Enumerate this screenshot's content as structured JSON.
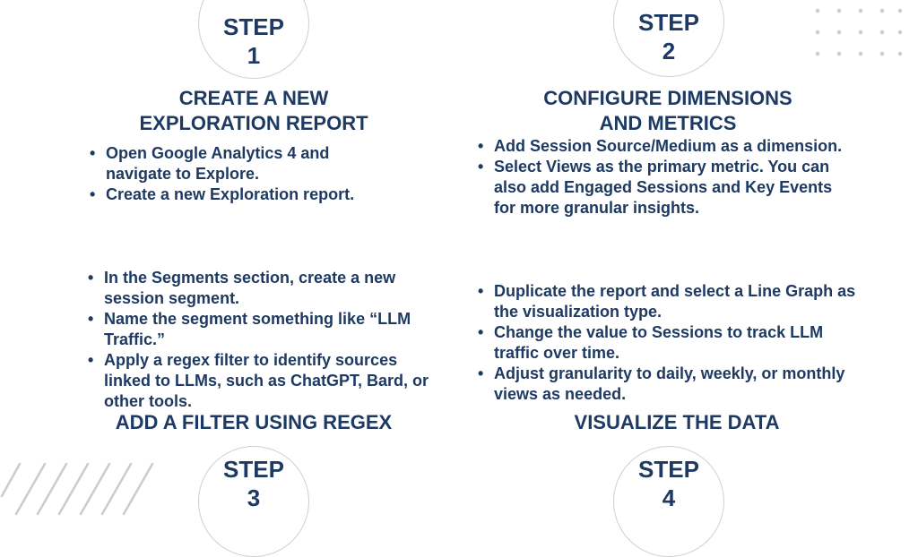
{
  "steps": [
    {
      "step_word": "STEP",
      "number": "1",
      "heading_line1": "CREATE A NEW",
      "heading_line2": "EXPLORATION REPORT",
      "bullets": [
        "Open Google Analytics 4 and navigate to Explore.",
        "Create a new Exploration report."
      ]
    },
    {
      "step_word": "STEP",
      "number": "2",
      "heading_line1": "CONFIGURE DIMENSIONS",
      "heading_line2": "AND METRICS",
      "bullets": [
        "Add Session Source/Medium as a dimension.",
        "Select Views as the primary metric. You can also add Engaged Sessions and Key Events for more granular insights."
      ]
    },
    {
      "step_word": "STEP",
      "number": "3",
      "heading_line1": "ADD A FILTER USING REGEX",
      "bullets": [
        "In the Segments section, create a new session segment.",
        "Name the segment something like “LLM Traffic.”",
        "Apply a regex filter to identify sources linked to LLMs, such as ChatGPT, Bard, or other tools."
      ]
    },
    {
      "step_word": "STEP",
      "number": "4",
      "heading_line1": "VISUALIZE THE DATA",
      "bullets": [
        "Duplicate the report and select a Line Graph as the visualization type.",
        "Change the value to Sessions to track LLM traffic over time.",
        "Adjust granularity to daily, weekly, or monthly views as needed."
      ]
    }
  ],
  "decorations": {
    "dot_grid_icon": "dot-grid",
    "slash_pattern_icon": "diagonal-lines",
    "dot_color": "#c5ccd2",
    "slash_color": "#c5ccd2",
    "text_color": "#1e3a63"
  }
}
